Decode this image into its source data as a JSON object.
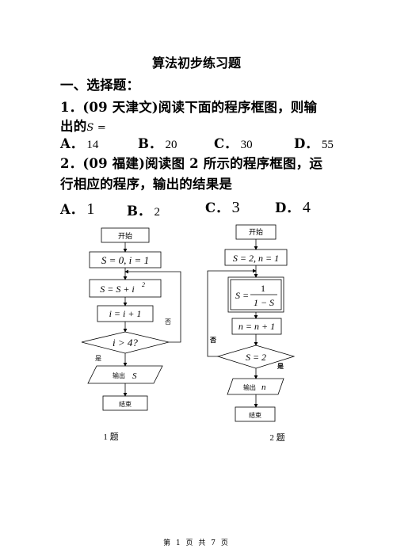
{
  "title": "算法初步练习题",
  "section": "一、选择题：",
  "q1": {
    "line1": "1．(09  天津文)阅读下面的程序框图，则输",
    "line2_prefix": "出的",
    "line2_expr": "S =",
    "options": [
      {
        "label": "A．",
        "value": "14"
      },
      {
        "label": "B．",
        "value": "20"
      },
      {
        "label": "C．",
        "value": "30"
      },
      {
        "label": "D．",
        "value": "55"
      }
    ]
  },
  "q2": {
    "line1": "2．(09 福建)阅读图 2 所示的程序框图，运",
    "line2": "行相应的程序，输出的结果是",
    "options": [
      {
        "label": "A．",
        "value": "1"
      },
      {
        "label": "B．",
        "value": "2"
      },
      {
        "label": "C．",
        "value": "3"
      },
      {
        "label": "D．",
        "value": "4"
      }
    ]
  },
  "flow1": {
    "start": "开始",
    "init": "S = 0, i = 1",
    "step1_left": "S = S + i",
    "step1_exp": "2",
    "step2": "i = i + 1",
    "cond": "i > 4?",
    "no": "否",
    "yes": "是",
    "output_label": "输出",
    "output_var": "S",
    "end": "结束",
    "caption": "1 题"
  },
  "flow2": {
    "start": "开始",
    "init": "S = 2, n = 1",
    "step1_lhs": "S =",
    "step1_num": "1",
    "step1_den": "1 − S",
    "step2": "n = n + 1",
    "cond": "S = 2",
    "no": "否",
    "yes": "是",
    "output_label": "输出",
    "output_var": "n",
    "end": "结束",
    "caption": "2 题"
  },
  "footer": "第 1 页 共 7 页"
}
